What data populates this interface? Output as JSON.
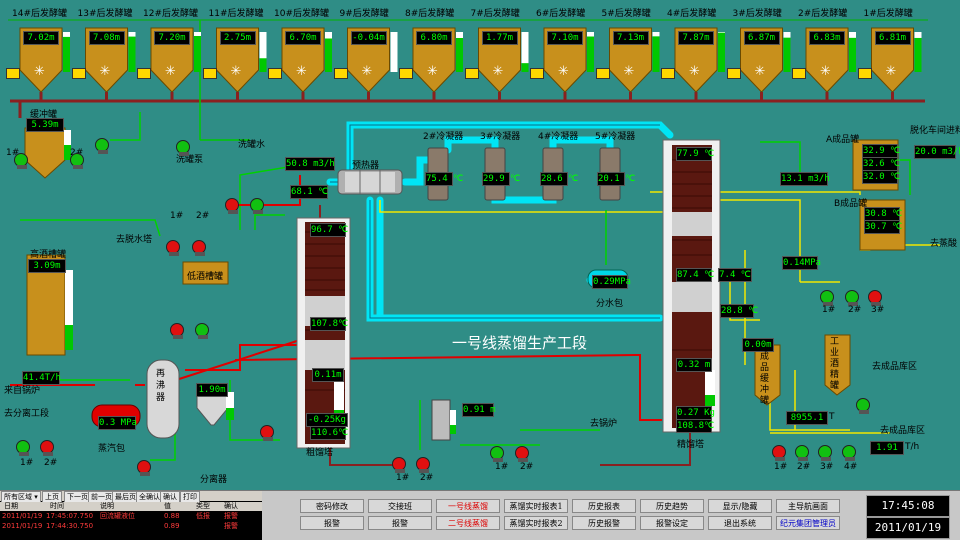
{
  "fermenters": [
    {
      "label": "14#后发酵罐",
      "value": "7.02m"
    },
    {
      "label": "13#后发酵罐",
      "value": "7.08m"
    },
    {
      "label": "12#后发酵罐",
      "value": "7.20m"
    },
    {
      "label": "11#后发酵罐",
      "value": "2.75m"
    },
    {
      "label": "10#后发酵罐",
      "value": "6.70m"
    },
    {
      "label": "9#后发酵罐",
      "value": "-0.04m"
    },
    {
      "label": "8#后发酵罐",
      "value": "6.80m"
    },
    {
      "label": "7#后发酵罐",
      "value": "1.77m"
    },
    {
      "label": "6#后发酵罐",
      "value": "7.10m"
    },
    {
      "label": "5#后发酵罐",
      "value": "7.13m"
    },
    {
      "label": "4#后发酵罐",
      "value": "7.87m"
    },
    {
      "label": "3#后发酵罐",
      "value": "6.87m"
    },
    {
      "label": "2#后发酵罐",
      "value": "6.83m"
    },
    {
      "label": "1#后发酵罐",
      "value": "6.81m"
    }
  ],
  "buffer": {
    "label": "缓冲罐",
    "value": "5.39m",
    "pump1": "1#",
    "pump2": "2#"
  },
  "wash_pump": "洗罐泵",
  "wash_water": "洗罐水",
  "preheater": "预热器",
  "preheater_flow": "50.8 m3/h",
  "preheater_temp": "68.1 ℃",
  "to_stripper": "去脱水塔",
  "high_tank": {
    "label": "高酒槽罐",
    "value": "3.09m"
  },
  "low_tank": "低酒槽罐",
  "reboiler": "再沸器",
  "reboiler_level": "1.90m",
  "from_boiler": "来自锅炉",
  "to_separation": "去分离工段",
  "from_boiler_flow": "41.4T/h",
  "steam_drum": {
    "label": "蒸汽包",
    "value": "0.3 MPa"
  },
  "separator": "分离器",
  "crude_tower": {
    "label": "粗馏塔",
    "top_temp": "96.7 ℃",
    "mid_temp": "107.8℃",
    "level": "0.11m",
    "pressure": "-0.25Kg",
    "bottom_temp": "110.6℃"
  },
  "condensers": [
    {
      "label": "2#冷凝器",
      "temp": "75.4 ℃"
    },
    {
      "label": "3#冷凝器",
      "temp": "29.9 ℃"
    },
    {
      "label": "4#冷凝器",
      "temp": "28.6 ℃"
    },
    {
      "label": "5#冷凝器",
      "temp": "20.1 ℃"
    }
  ],
  "water_drum": {
    "label": "分水包",
    "value": "0.29MPa"
  },
  "line_title": "一号线蒸馏生产工段",
  "fine_tower": {
    "label": "精馏塔",
    "top_temp": "77.9 ℃",
    "mid_temp": "87.4 ℃",
    "level": "0.32 m",
    "pressure": "0.27 Kg",
    "bottom_temp": "108.8℃"
  },
  "fine_side": {
    "temp": "7.4 ℃",
    "temp2": "28.8 ℃",
    "pressure": "0.14MPa",
    "flow": "13.1 m3/h"
  },
  "crude_side_level": "0.91 m",
  "to_boiler": "去锅炉",
  "a_tank": "A成品罐",
  "b_tank": "B成品罐",
  "a_temps": [
    "32.9 ℃",
    "32.6 ℃",
    "32.0 ℃"
  ],
  "b_temps": [
    "30.8 ℃",
    "30.7 ℃"
  ],
  "desulf": "脱化车间进料",
  "desulf_flow": "20.0 m3/h",
  "to_distill": "去蒸酸",
  "product_buffer": {
    "label": "成品缓冲罐",
    "value": "0.00m"
  },
  "industrial_tank": "工业酒精罐",
  "to_product1": "去成品库区",
  "to_product2": "去成品库区",
  "product_flow": "8955.1",
  "product_flow_unit": "T",
  "product_rate": "1.91",
  "product_rate_unit": "T/h",
  "pump_labels": {
    "p1": "1#",
    "p2": "2#",
    "p3": "3#",
    "p4": "4#"
  },
  "alarm": {
    "toolbar": [
      "所有区域 ▾",
      "上页",
      "下一页",
      "前一页",
      "最后页",
      "全确认",
      "确认",
      "打印"
    ],
    "headers": [
      "日期",
      "时间",
      "说明",
      "值",
      "类型",
      "确认"
    ],
    "rows": [
      [
        "2011/01/19",
        "17:45:07.750",
        "回流罐液位",
        "0.88",
        "低报",
        "报警"
      ],
      [
        "2011/01/19",
        "17:44:30.750",
        "",
        "0.89",
        "",
        "报警"
      ]
    ]
  },
  "buttons": [
    [
      "密码修改",
      "交接班",
      "一号线蒸馏",
      "蒸馏实时报表1",
      "历史报表",
      "历史趋势",
      "显示/隐藏",
      "主导航画面"
    ],
    [
      "报警",
      "报警",
      "二号线蒸馏",
      "蒸馏实时报表2",
      "历史报警",
      "报警设定",
      "退出系统",
      "纪元集团管理员"
    ]
  ],
  "time": "17:45:08",
  "date": "2011/01/19",
  "colors": {
    "background": "#2f8d86",
    "pipe_cyan": "#00e5f5",
    "pipe_yellow": "#f2e600",
    "pipe_red": "#e00000",
    "tank_gold": "#c8901c"
  }
}
